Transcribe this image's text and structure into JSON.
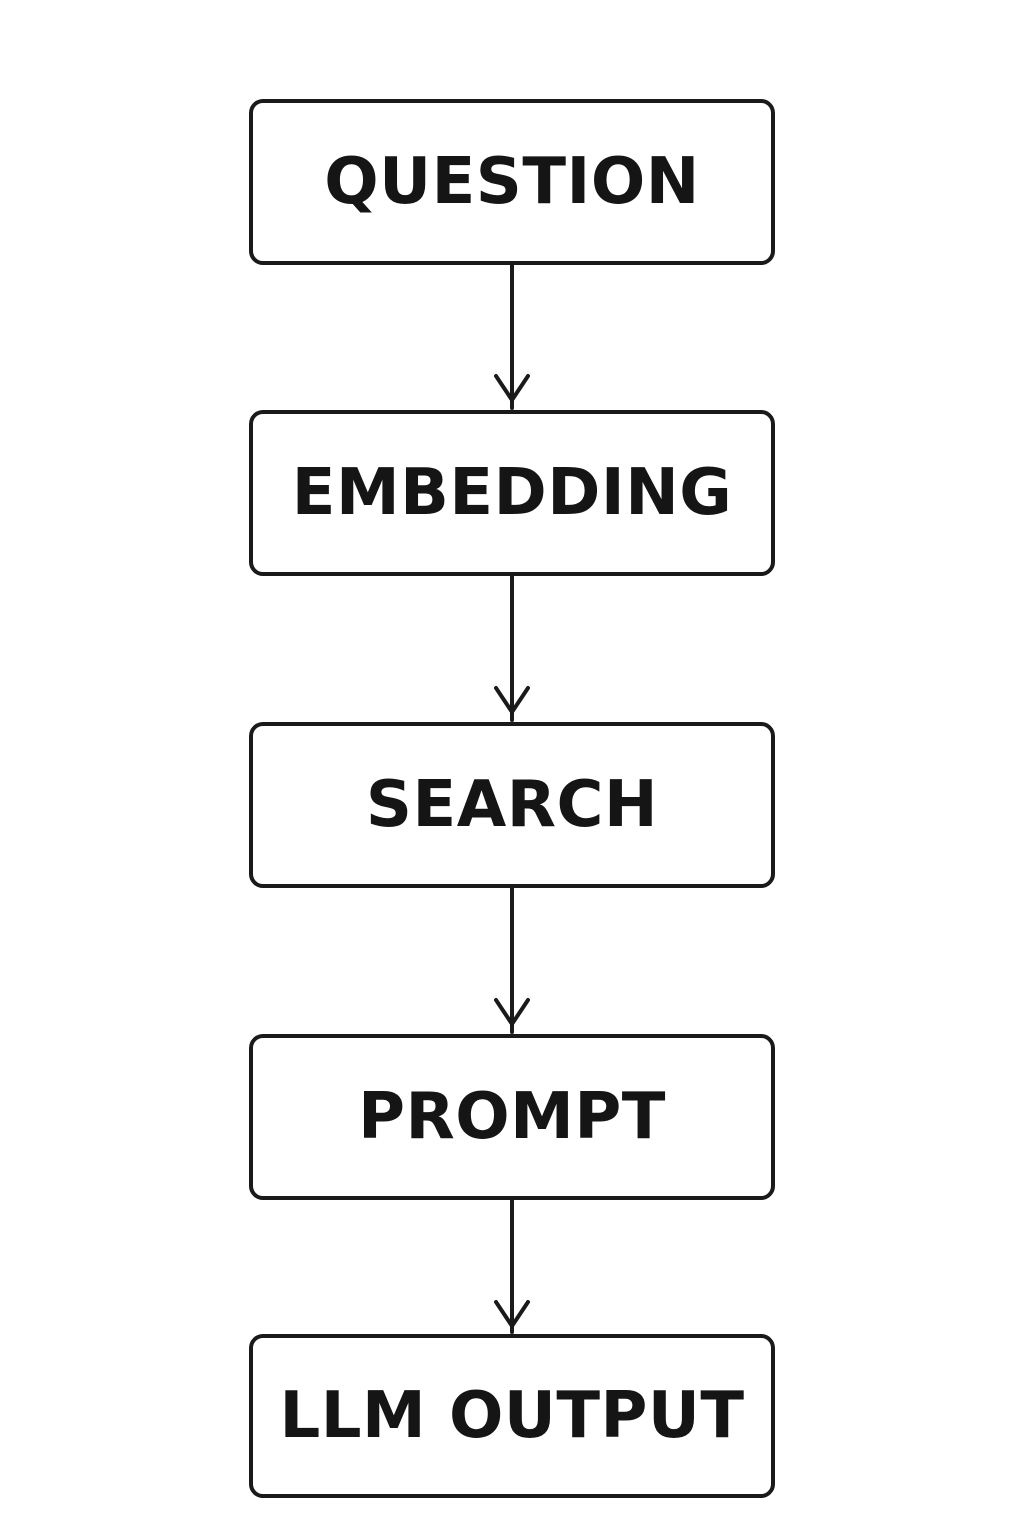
{
  "diagram": {
    "stroke_color": "#1a1a1a",
    "text_color": "#151515",
    "background": "#ffffff",
    "nodes": [
      {
        "label": "QUESTION"
      },
      {
        "label": "EMBEDDING"
      },
      {
        "label": "SEARCH"
      },
      {
        "label": "PROMPT"
      },
      {
        "label": "LLM OUTPUT"
      }
    ],
    "edges": [
      {
        "from": "QUESTION",
        "to": "EMBEDDING"
      },
      {
        "from": "EMBEDDING",
        "to": "SEARCH"
      },
      {
        "from": "SEARCH",
        "to": "PROMPT"
      },
      {
        "from": "PROMPT",
        "to": "LLM OUTPUT"
      }
    ]
  }
}
